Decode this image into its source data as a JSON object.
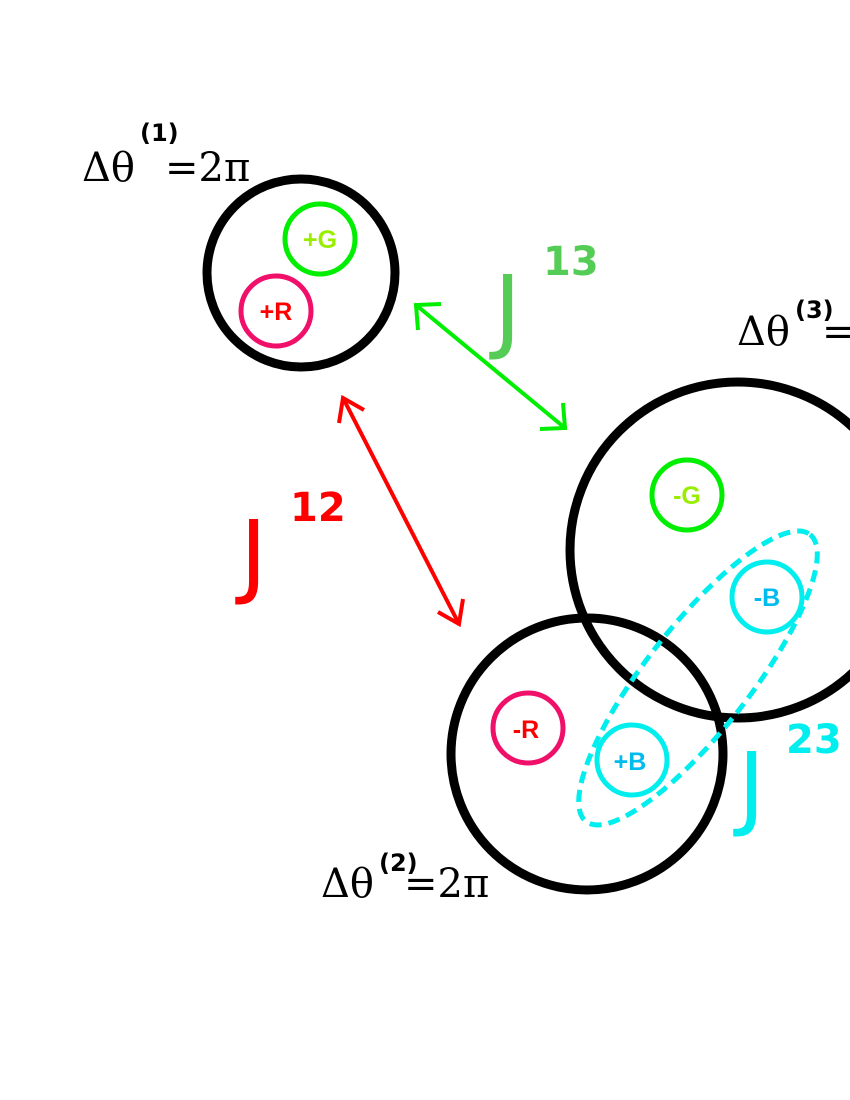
{
  "labels": {
    "theta1": {
      "delta": "Δθ",
      "sup": "(1)",
      "rest": "=2π"
    },
    "theta2": {
      "delta": "Δθ",
      "sup": "(2)",
      "rest": "=2π"
    },
    "theta3": {
      "delta": "Δθ",
      "sup": "(3)",
      "rest": "="
    }
  },
  "charges": {
    "g_plus": "+G",
    "r_plus": "+R",
    "g_minus": "-G",
    "b_minus": "-B",
    "r_minus": "-R",
    "b_plus": "+B"
  },
  "couplings": {
    "j12": {
      "letter": "J",
      "sup": "12"
    },
    "j13": {
      "letter": "J",
      "sup": "13"
    },
    "j23": {
      "letter": "J",
      "sup": "23"
    }
  },
  "colors": {
    "outline": "#000000",
    "red": "#ff0000",
    "pink": "#f0106a",
    "green": "#00ee00",
    "green_text": "#99ee00",
    "j13_green": "#55cc55",
    "cyan": "#00eeee",
    "blue_text": "#00bbee"
  }
}
